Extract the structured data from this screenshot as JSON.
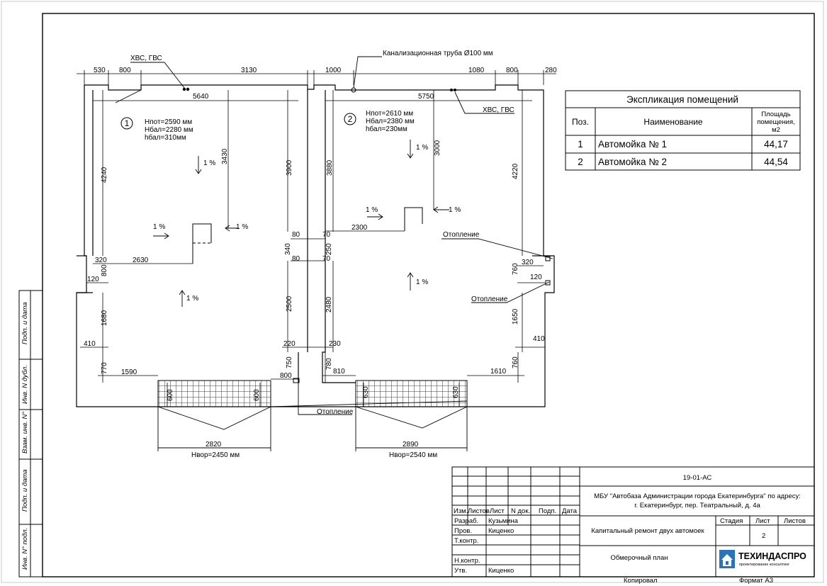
{
  "labels": {
    "hvs_gvs_left": "ХВС, ГВС",
    "hvs_gvs_right": "ХВС, ГВС",
    "sewer_pipe": "Канализационная  труба Ø100 мм",
    "heating_1": "Отопление",
    "heating_2": "Отопление",
    "heating_3": "Отопление",
    "room1_num": "1",
    "room2_num": "2",
    "room1_h": [
      "Hпот=2590 мм",
      "Hбал=2280 мм",
      "hбал=310мм"
    ],
    "room2_h": [
      "Hпот=2610 мм",
      "Hбал=2380 мм",
      "hбал=230мм"
    ],
    "slope": "1 %",
    "gate1": "Hвор=2450 мм",
    "gate2": "Hвор=2540 мм"
  },
  "dims": {
    "d530": "530",
    "d800a": "800",
    "d3130": "3130",
    "d1000": "1000",
    "d1080": "1080",
    "d800b": "800",
    "d280": "280",
    "d5640": "5640",
    "d5750": "5750",
    "d4240": "4240",
    "d3430": "3430",
    "d3900": "3900",
    "d3880": "3880",
    "d3000": "3000",
    "d4220": "4220",
    "d80a": "80",
    "d70a": "70",
    "d340": "340",
    "d250": "250",
    "d80b": "80",
    "d70b": "70",
    "d2300": "2300",
    "d320a": "320",
    "d2630": "2630",
    "d800c": "800",
    "d120a": "120",
    "d320b": "320",
    "d760a": "760",
    "d120b": "120",
    "d1680": "1680",
    "d2500": "2500",
    "d2480": "2480",
    "d1650": "1650",
    "d410a": "410",
    "d220": "220",
    "d230": "230",
    "d410b": "410",
    "d770": "770",
    "d1590": "1590",
    "d800d": "800",
    "d750": "750",
    "d780": "780",
    "d810": "810",
    "d1610": "1610",
    "d760b": "760",
    "d600a": "600",
    "d600b": "600",
    "d630a": "630",
    "d630b": "630",
    "d2820": "2820",
    "d2890": "2890"
  },
  "explication": {
    "title": "Экспликация помещений",
    "headers": [
      "Поз.",
      "Наименование",
      "Площадь помещения, м2"
    ],
    "rows": [
      {
        "pos": "1",
        "name": "Автомойка № 1",
        "area": "44,17"
      },
      {
        "pos": "2",
        "name": "Автомойка № 2",
        "area": "44,54"
      }
    ]
  },
  "side_stamp": [
    "Подп. и дата",
    "Инв. N дубл.",
    "Взам. инв. N°",
    "Подп. и дата",
    "Инв. N° подл."
  ],
  "title_block": {
    "code": "19-01-АС",
    "org_line1": "МБУ \"Автобаза Администрации города Екатеринбурга\" по адресу:",
    "org_line2": "г. Екатеринбург, пер. Театральный, д. 4а",
    "object": "Капитальный ремонт двух автомоек",
    "sheet_name": "Обмерочный план",
    "col_headers": [
      "Изм.",
      "Листов",
      "Лист",
      "N док.",
      "Подп.",
      "Дата"
    ],
    "roles": [
      "Разраб.",
      "Пров.",
      "Т.контр.",
      "",
      "Н.контр.",
      "Утв."
    ],
    "names": [
      "Кузьмина",
      "Киценко",
      "",
      "",
      "",
      "Киценко"
    ],
    "stage_label": "Стадия",
    "sheet_label": "Лист",
    "sheets_label": "Листов",
    "sheet_value": "2",
    "logo_text": "ТЕХИНДАСПРО",
    "logo_sub": "проектирование  консалтинг",
    "copied": "Копировал",
    "format": "Формат А3"
  }
}
